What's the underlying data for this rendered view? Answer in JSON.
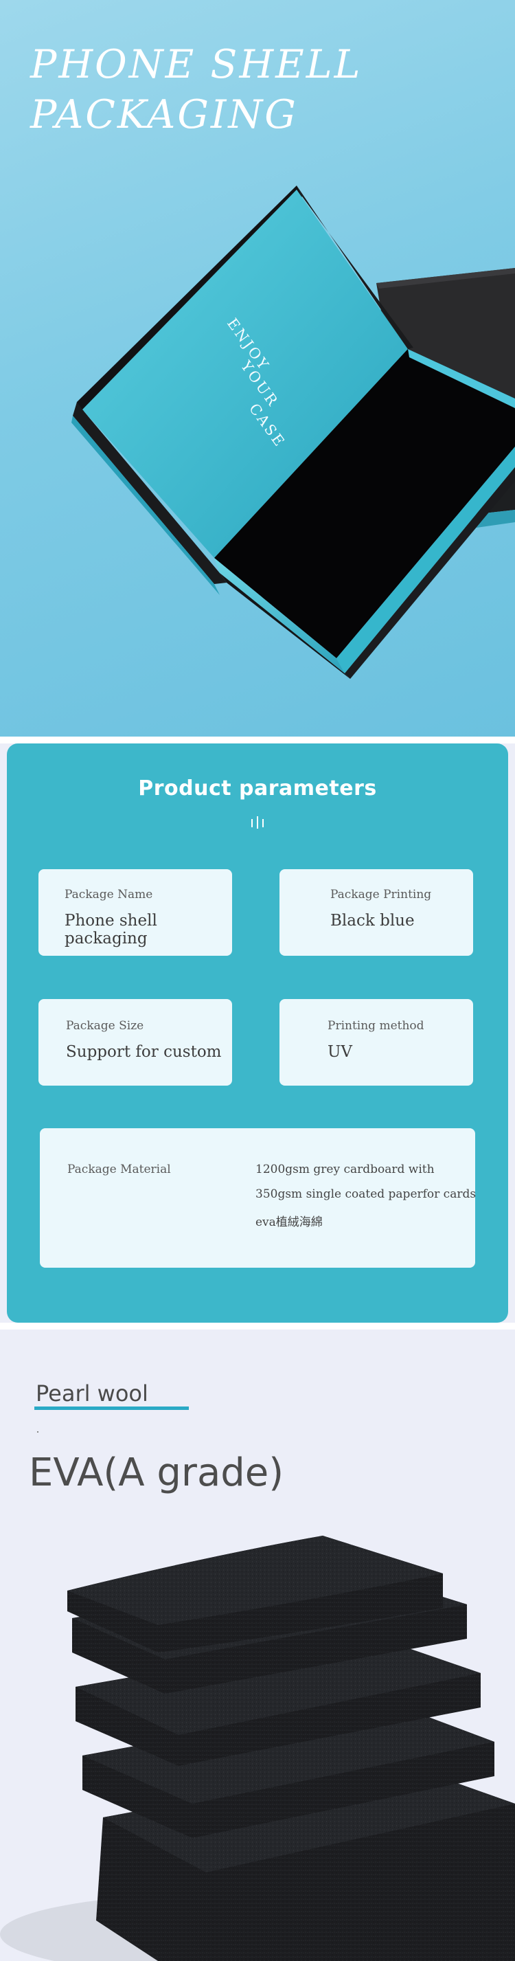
{
  "hero": {
    "title_line1": "PHONE SHELL",
    "title_line2": "PACKAGING",
    "box_lid_text": [
      "ENJOY",
      "YOUR",
      "CASE"
    ],
    "background_color": "#7fcbe5",
    "box_interior_color": "#36b6cc"
  },
  "params": {
    "title": "Product parameters",
    "background_color": "#3db7ca",
    "cards": [
      {
        "label": "Package Name",
        "value": "Phone shell packaging"
      },
      {
        "label": "Package Printing",
        "value": "Black blue"
      },
      {
        "label": "Package Size",
        "value": "Support for custom"
      },
      {
        "label": "Printing method",
        "value": "UV"
      }
    ],
    "material": {
      "label": "Package Material",
      "lines": [
        "1200gsm grey cardboard with",
        "350gsm single coated paperfor cards",
        "eva植絨海綿"
      ]
    }
  },
  "foam": {
    "label": "Pearl wool",
    "title": "EVA(A grade)",
    "accent_color": "#2aa9c6"
  }
}
